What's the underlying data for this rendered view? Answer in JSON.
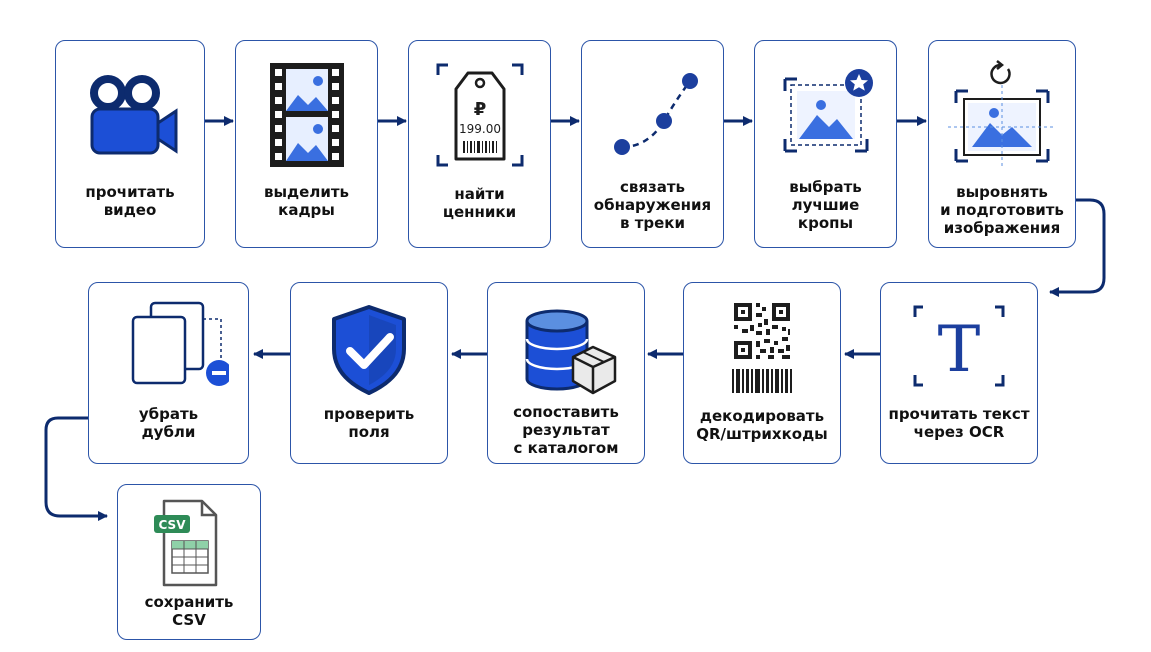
{
  "colors": {
    "border": "#2c55a8",
    "navy": "#0d2b6e",
    "accent_blue": "#1c4fd6",
    "light_blue": "#5b8fe0",
    "csv_green": "#2e8b57",
    "dark_gray": "#2a2a2a"
  },
  "steps": [
    {
      "id": "read-video",
      "icon": "video-camera-icon",
      "label": "прочитать\nвидео"
    },
    {
      "id": "extract-frames",
      "icon": "film-frames-icon",
      "label": "выделить\nкадры"
    },
    {
      "id": "find-price-tags",
      "icon": "price-tag-icon",
      "price_text": "199.00",
      "currency": "₽",
      "label": "найти\nценники"
    },
    {
      "id": "link-tracks",
      "icon": "track-dots-icon",
      "label": "связать\nобнаружения\nв треки"
    },
    {
      "id": "select-crops",
      "icon": "best-crop-icon",
      "label": "выбрать\nлучшие\nкропы"
    },
    {
      "id": "align-images",
      "icon": "align-image-icon",
      "label": "выровнять\nи подготовить\nизображения"
    },
    {
      "id": "ocr-text",
      "icon": "ocr-text-icon",
      "glyph": "T",
      "label": "прочитать текст\nчерез OCR"
    },
    {
      "id": "decode-codes",
      "icon": "qr-barcode-icon",
      "label": "декодировать\nQR/штрихкоды"
    },
    {
      "id": "match-catalog",
      "icon": "database-box-icon",
      "label": "сопоставить\nрезультат\nс каталогом"
    },
    {
      "id": "validate-fields",
      "icon": "shield-check-icon",
      "label": "проверить\nполя"
    },
    {
      "id": "remove-duplicates",
      "icon": "duplicate-remove-icon",
      "label": "убрать\nдубли"
    },
    {
      "id": "save-csv",
      "icon": "csv-file-icon",
      "file_badge": "CSV",
      "label": "сохранить\nCSV"
    }
  ]
}
